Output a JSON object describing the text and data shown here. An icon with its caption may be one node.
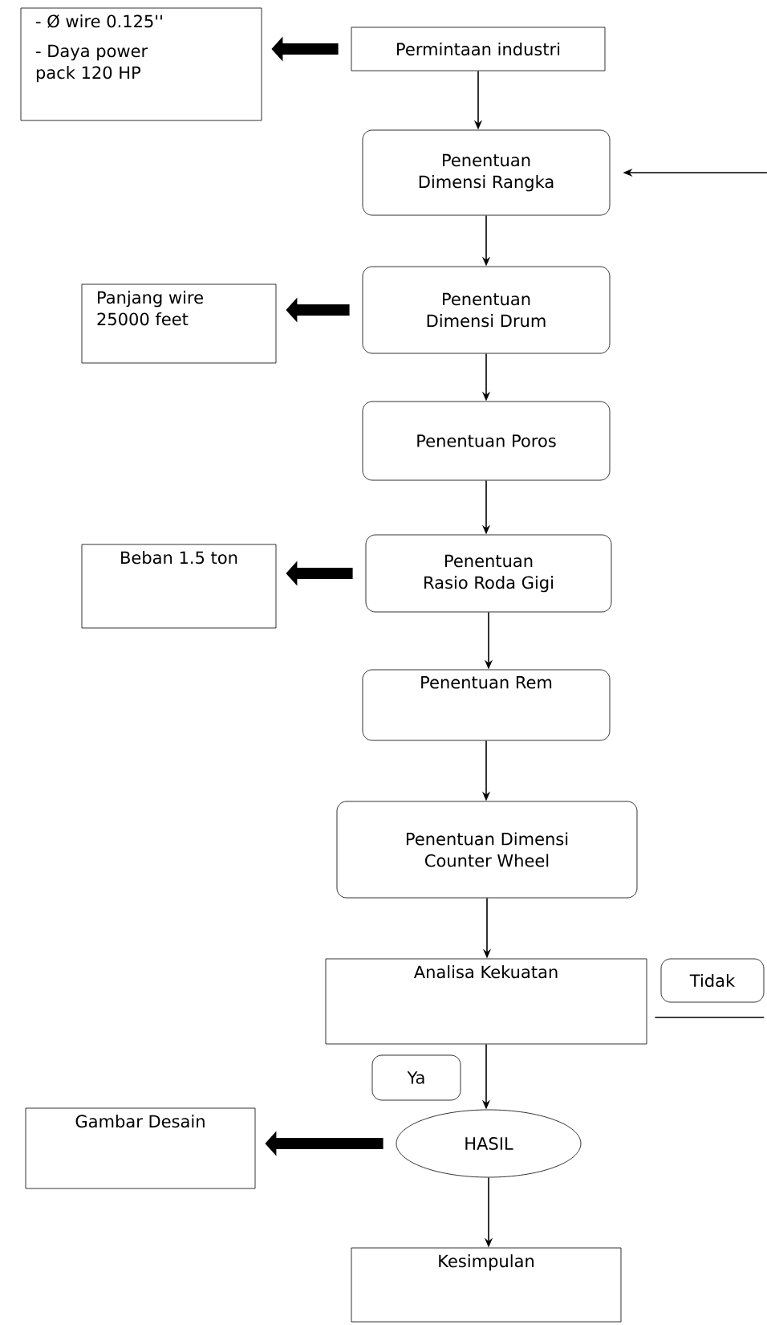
{
  "diagram": {
    "nodes": [
      {
        "text": [
          "- Ø wire 0.125''",
          "- Daya power pack 120 HP"
        ]
      },
      {
        "text": [
          "Permintaan industri"
        ]
      },
      {
        "text": [
          "Penentuan Dimensi Rangka"
        ]
      },
      {
        "text": [
          "Panjang wire 25000 feet"
        ]
      },
      {
        "text": [
          "Penentuan Dimensi Drum"
        ]
      },
      {
        "text": [
          "Penentuan Poros"
        ]
      },
      {
        "text": [
          "Beban 1.5 ton"
        ]
      },
      {
        "text": [
          "Penentuan Rasio Roda Gigi"
        ]
      },
      {
        "text": [
          "Penentuan Rem"
        ]
      },
      {
        "text": [
          "Penentuan Dimensi Counter Wheel"
        ]
      },
      {
        "text": [
          "Analisa Kekuatan"
        ]
      },
      {
        "text": [
          "Tidak"
        ]
      },
      {
        "text": [
          "Ya"
        ]
      },
      {
        "text": [
          "HASIL"
        ]
      },
      {
        "text": [
          "Gambar Desain"
        ]
      },
      {
        "text": [
          "Kesimpulan"
        ]
      }
    ],
    "edges": [
      {
        "from": 1,
        "to": 0,
        "arrow": "to",
        "style": "thick"
      },
      {
        "from": 1,
        "to": 2,
        "arrow": "to"
      },
      {
        "from": null,
        "to": 2,
        "arrow": "to"
      },
      {
        "from": 2,
        "to": 4,
        "arrow": "to"
      },
      {
        "from": 4,
        "to": 3,
        "arrow": "to",
        "style": "thick"
      },
      {
        "from": 4,
        "to": 5,
        "arrow": "to"
      },
      {
        "from": 5,
        "to": 7,
        "arrow": "to"
      },
      {
        "from": 7,
        "to": 6,
        "arrow": "to",
        "style": "thick"
      },
      {
        "from": 7,
        "to": 8,
        "arrow": "to"
      },
      {
        "from": 8,
        "to": 9,
        "arrow": "to"
      },
      {
        "from": 9,
        "to": 10,
        "arrow": "to"
      },
      {
        "from": 10,
        "to": 11,
        "arrow": "none"
      },
      {
        "from": 10,
        "to": 13,
        "arrow": "to"
      },
      {
        "from": 13,
        "to": 14,
        "arrow": "to",
        "style": "thick"
      },
      {
        "from": 13,
        "to": 15,
        "arrow": "to"
      }
    ]
  }
}
